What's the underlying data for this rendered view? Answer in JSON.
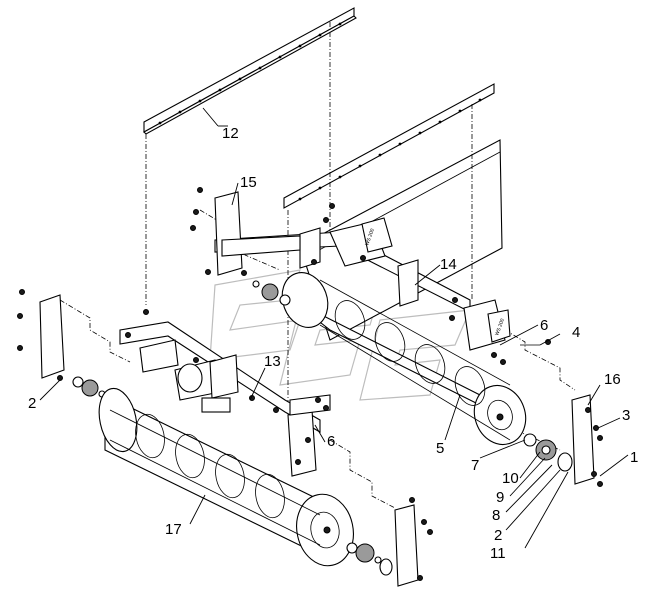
{
  "diagram": {
    "callouts": [
      {
        "id": "c12",
        "text": "12"
      },
      {
        "id": "c15",
        "text": "15"
      },
      {
        "id": "c14",
        "text": "14"
      },
      {
        "id": "c6a",
        "text": "6"
      },
      {
        "id": "c4",
        "text": "4"
      },
      {
        "id": "c2a",
        "text": "2"
      },
      {
        "id": "c13",
        "text": "13"
      },
      {
        "id": "c16",
        "text": "16"
      },
      {
        "id": "c3",
        "text": "3"
      },
      {
        "id": "c6b",
        "text": "6"
      },
      {
        "id": "c5",
        "text": "5"
      },
      {
        "id": "c7",
        "text": "7"
      },
      {
        "id": "c1",
        "text": "1"
      },
      {
        "id": "c10",
        "text": "10"
      },
      {
        "id": "c9",
        "text": "9"
      },
      {
        "id": "c8",
        "text": "8"
      },
      {
        "id": "c2b",
        "text": "2"
      },
      {
        "id": "c11",
        "text": "11"
      },
      {
        "id": "c17",
        "text": "17"
      }
    ]
  }
}
